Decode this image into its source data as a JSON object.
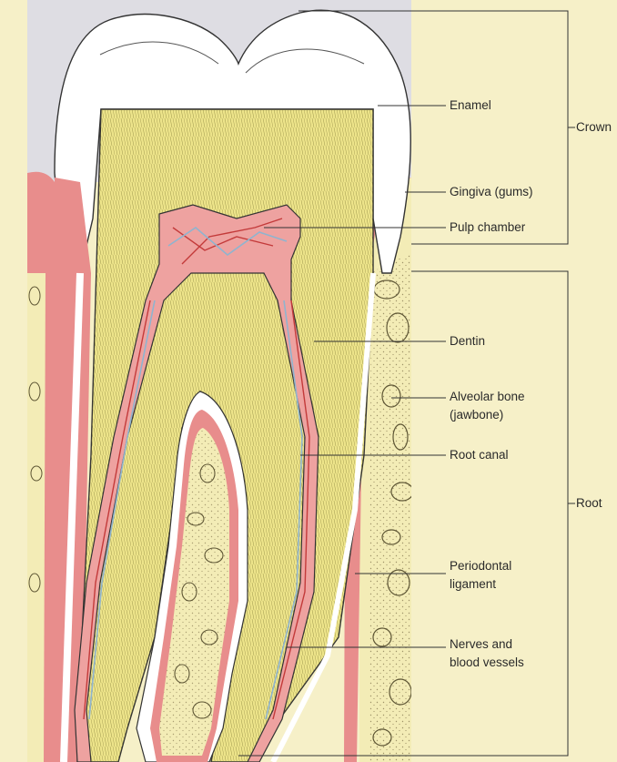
{
  "labels": {
    "enamel": "Enamel",
    "gingiva": "Gingiva (gums)",
    "pulp_chamber": "Pulp chamber",
    "dentin": "Dentin",
    "alveolar_bone_1": "Alveolar bone",
    "alveolar_bone_2": "(jawbone)",
    "root_canal": "Root canal",
    "periodontal_1": "Periodontal",
    "periodontal_2": "ligament",
    "nerves_1": "Nerves and",
    "nerves_2": "blood vessels"
  },
  "groups": {
    "crown": "Crown",
    "root": "Root"
  },
  "colors": {
    "background": "#f6f0c8",
    "sky": "#dedde3",
    "enamel": "#ffffff",
    "dentin": "#ede48a",
    "pulp": "#eea2a0",
    "gum": "#e88d8c",
    "bone": "#f3ecb6",
    "vessel_blue": "#8fb4cf",
    "vessel_red": "#c33a3a"
  }
}
